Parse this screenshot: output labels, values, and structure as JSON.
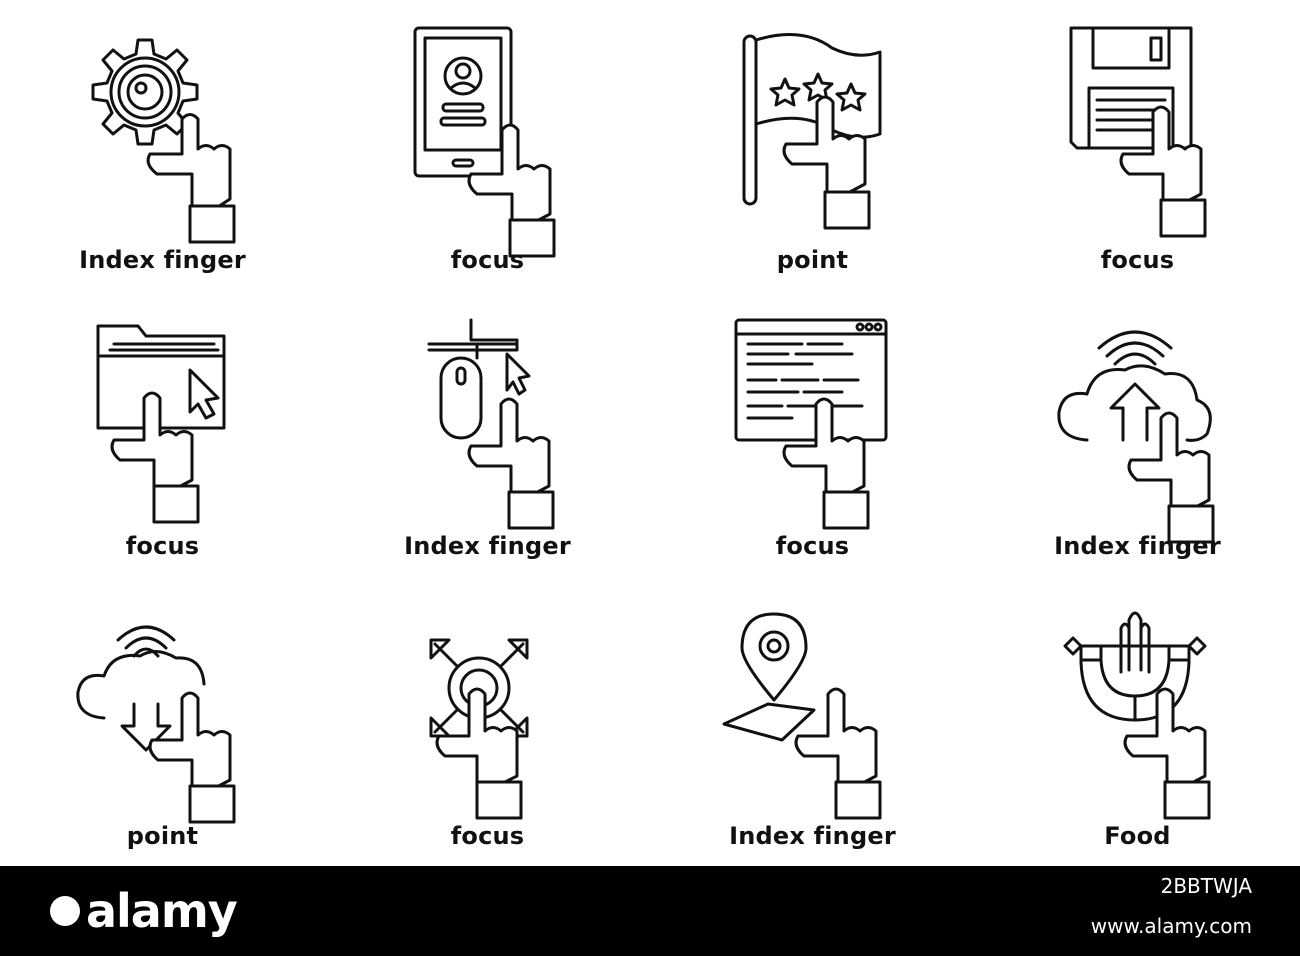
{
  "icons": [
    {
      "label": "Index finger",
      "icon": "gear-touch-icon"
    },
    {
      "label": "focus",
      "icon": "tablet-profile-touch-icon"
    },
    {
      "label": "point",
      "icon": "flag-stars-touch-icon"
    },
    {
      "label": "focus",
      "icon": "floppy-disk-touch-icon"
    },
    {
      "label": "focus",
      "icon": "folder-cursor-touch-icon"
    },
    {
      "label": "Index finger",
      "icon": "mouse-cursor-touch-icon"
    },
    {
      "label": "focus",
      "icon": "browser-code-touch-icon"
    },
    {
      "label": "Index finger",
      "icon": "cloud-upload-touch-icon"
    },
    {
      "label": "point",
      "icon": "cloud-download-touch-icon"
    },
    {
      "label": "focus",
      "icon": "expand-arrows-touch-icon"
    },
    {
      "label": "Index finger",
      "icon": "map-pin-touch-icon"
    },
    {
      "label": "Food",
      "icon": "magnet-touch-icon"
    }
  ],
  "footer": {
    "brand": "alamy",
    "stock_id": "2BBTWJA",
    "site": "www.alamy.com"
  }
}
